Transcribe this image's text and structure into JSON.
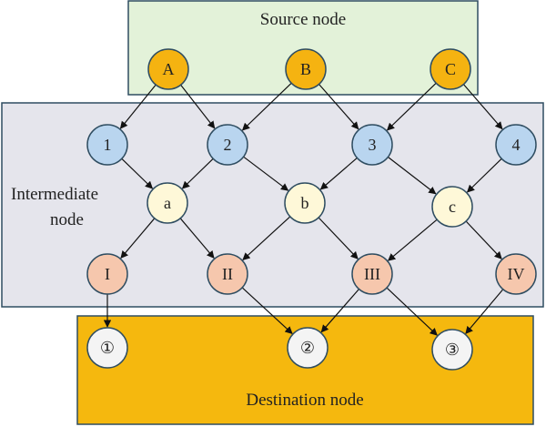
{
  "regions": {
    "source": {
      "label": "Source node",
      "fill": "#e3f2d9",
      "stroke": "#2f4d61"
    },
    "intermediate": {
      "label_line1": "Intermediate",
      "label_line2": "node",
      "fill": "#e5e5ec",
      "stroke": "#2f4d61"
    },
    "destination": {
      "label": "Destination node",
      "fill": "#f5b80e",
      "stroke": "#2f4d61"
    }
  },
  "node_colors": {
    "source": "#f5b311",
    "level1": "#b9d5ef",
    "level2": "#fef8d8",
    "level3": "#f6c7ad",
    "destination": "#f4f4f4",
    "stroke": "#2f4d61"
  },
  "nodes": {
    "A": "A",
    "B": "B",
    "C": "C",
    "n1": "1",
    "n2": "2",
    "n3": "3",
    "n4": "4",
    "a": "a",
    "b": "b",
    "c": "c",
    "I": "I",
    "II": "II",
    "III": "III",
    "IV": "IV",
    "d1": "①",
    "d2": "②",
    "d3": "③"
  },
  "edges": [
    [
      "A",
      "n1"
    ],
    [
      "A",
      "n2"
    ],
    [
      "B",
      "n2"
    ],
    [
      "B",
      "n3"
    ],
    [
      "C",
      "n3"
    ],
    [
      "C",
      "n4"
    ],
    [
      "n1",
      "a"
    ],
    [
      "n2",
      "a"
    ],
    [
      "n2",
      "b"
    ],
    [
      "n3",
      "b"
    ],
    [
      "n3",
      "c"
    ],
    [
      "n4",
      "c"
    ],
    [
      "a",
      "I"
    ],
    [
      "a",
      "II"
    ],
    [
      "b",
      "II"
    ],
    [
      "b",
      "III"
    ],
    [
      "c",
      "III"
    ],
    [
      "c",
      "IV"
    ],
    [
      "I",
      "d1"
    ],
    [
      "II",
      "d2"
    ],
    [
      "III",
      "d2"
    ],
    [
      "III",
      "d3"
    ],
    [
      "IV",
      "d3"
    ]
  ]
}
